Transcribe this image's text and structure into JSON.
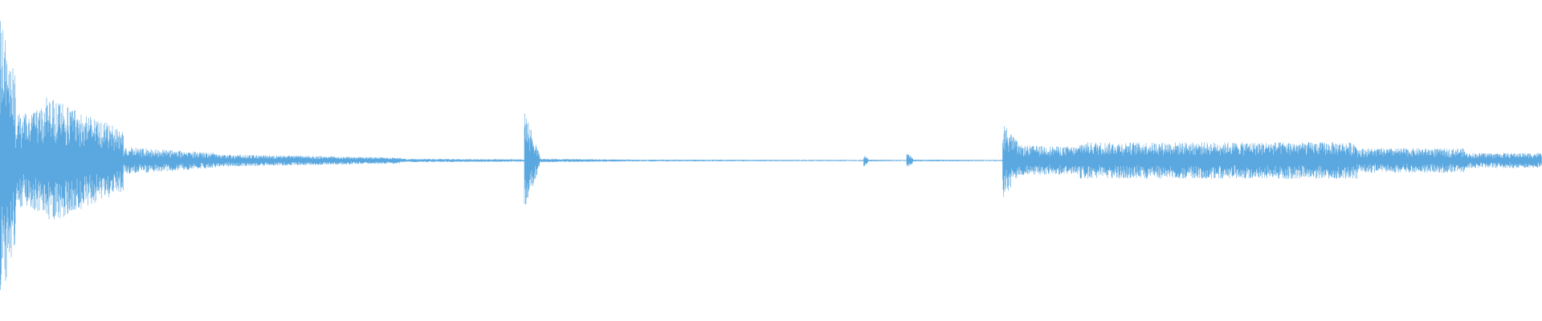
{
  "waveform": {
    "color": "#5ba8e0",
    "background": "#ffffff",
    "segments": [
      {
        "from": 0.0,
        "to": 0.01,
        "peak": 0.95,
        "decay": 0.55
      },
      {
        "from": 0.01,
        "to": 0.03,
        "peak": 0.3,
        "decay": 0.35
      },
      {
        "from": 0.03,
        "to": 0.08,
        "peak": 0.42,
        "decay": 0.2
      },
      {
        "from": 0.08,
        "to": 0.14,
        "peak": 0.09,
        "decay": 0.05
      },
      {
        "from": 0.14,
        "to": 0.26,
        "peak": 0.04,
        "decay": 0.02
      },
      {
        "from": 0.26,
        "to": 0.34,
        "peak": 0.012,
        "decay": 0.008
      },
      {
        "from": 0.34,
        "to": 0.35,
        "peak": 0.34,
        "decay": 0.04
      },
      {
        "from": 0.35,
        "to": 0.42,
        "peak": 0.012,
        "decay": 0.005
      },
      {
        "from": 0.42,
        "to": 0.56,
        "peak": 0.006,
        "decay": 0.004
      },
      {
        "from": 0.56,
        "to": 0.563,
        "peak": 0.04,
        "decay": 0.02
      },
      {
        "from": 0.563,
        "to": 0.588,
        "peak": 0.006,
        "decay": 0.004
      },
      {
        "from": 0.588,
        "to": 0.592,
        "peak": 0.05,
        "decay": 0.02
      },
      {
        "from": 0.592,
        "to": 0.65,
        "peak": 0.006,
        "decay": 0.004
      },
      {
        "from": 0.65,
        "to": 0.66,
        "peak": 0.26,
        "decay": 0.12
      },
      {
        "from": 0.66,
        "to": 0.7,
        "peak": 0.1,
        "decay": 0.09
      },
      {
        "from": 0.7,
        "to": 0.88,
        "peak": 0.12,
        "decay": 0.12
      },
      {
        "from": 0.88,
        "to": 0.95,
        "peak": 0.08,
        "decay": 0.08
      },
      {
        "from": 0.95,
        "to": 1.0,
        "peak": 0.05,
        "decay": 0.05
      }
    ]
  }
}
